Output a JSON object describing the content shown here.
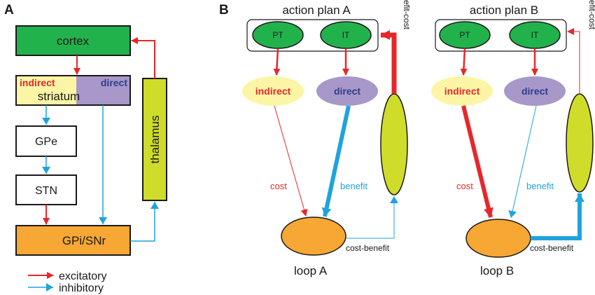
{
  "panels": {
    "a": "A",
    "b": "B"
  },
  "panel_a": {
    "cortex": "cortex",
    "striatum": "striatum",
    "indirect": "indirect",
    "direct": "direct",
    "gpe": "GPe",
    "stn": "STN",
    "gpi_snr": "GPi/SNr",
    "thalamus": "thalamus"
  },
  "legend": {
    "excitatory": "excitatory",
    "inhibitory": "inhibitory"
  },
  "panel_b": {
    "plan_a": {
      "title": "action plan A",
      "pt": "PT",
      "it": "IT",
      "indirect": "indirect",
      "direct": "direct",
      "cost": "cost",
      "benefit": "benefit",
      "benefit_cost": "benefit-cost",
      "cost_benefit": "cost-benefit",
      "loop": "loop A"
    },
    "plan_b": {
      "title": "action plan B",
      "pt": "PT",
      "it": "IT",
      "indirect": "indirect",
      "direct": "direct",
      "cost": "cost",
      "benefit": "benefit",
      "benefit_cost": "benefit-cost",
      "cost_benefit": "cost-benefit",
      "loop": "loop B"
    }
  },
  "colors": {
    "excitatory": "#e8262a",
    "inhibitory": "#1fa3dc",
    "cortex_green": "#22b24c",
    "striatum_yellow": "#fdf5a6",
    "striatum_purple": "#a897c9",
    "thalamus_yellowgreen": "#cfdc2a",
    "gpi_orange": "#f7a733",
    "direct_text": "#2b3f8c"
  }
}
